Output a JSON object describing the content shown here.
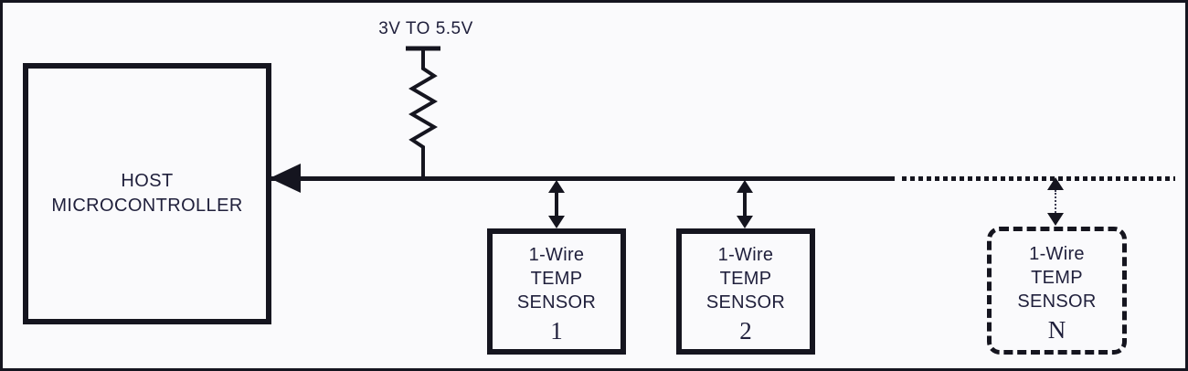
{
  "host": {
    "line1": "HOST",
    "line2": "MICROCONTROLLER"
  },
  "pullup": {
    "label": "3V TO 5.5V"
  },
  "sensors": [
    {
      "line1": "1-Wire",
      "line2": "TEMP",
      "line3": "SENSOR",
      "number": "1"
    },
    {
      "line1": "1-Wire",
      "line2": "TEMP",
      "line3": "SENSOR",
      "number": "2"
    },
    {
      "line1": "1-Wire",
      "line2": "TEMP",
      "line3": "SENSOR",
      "number": "N"
    }
  ],
  "colors": {
    "line": "#15151f",
    "text": "#20203c",
    "background": "#fafafc"
  }
}
